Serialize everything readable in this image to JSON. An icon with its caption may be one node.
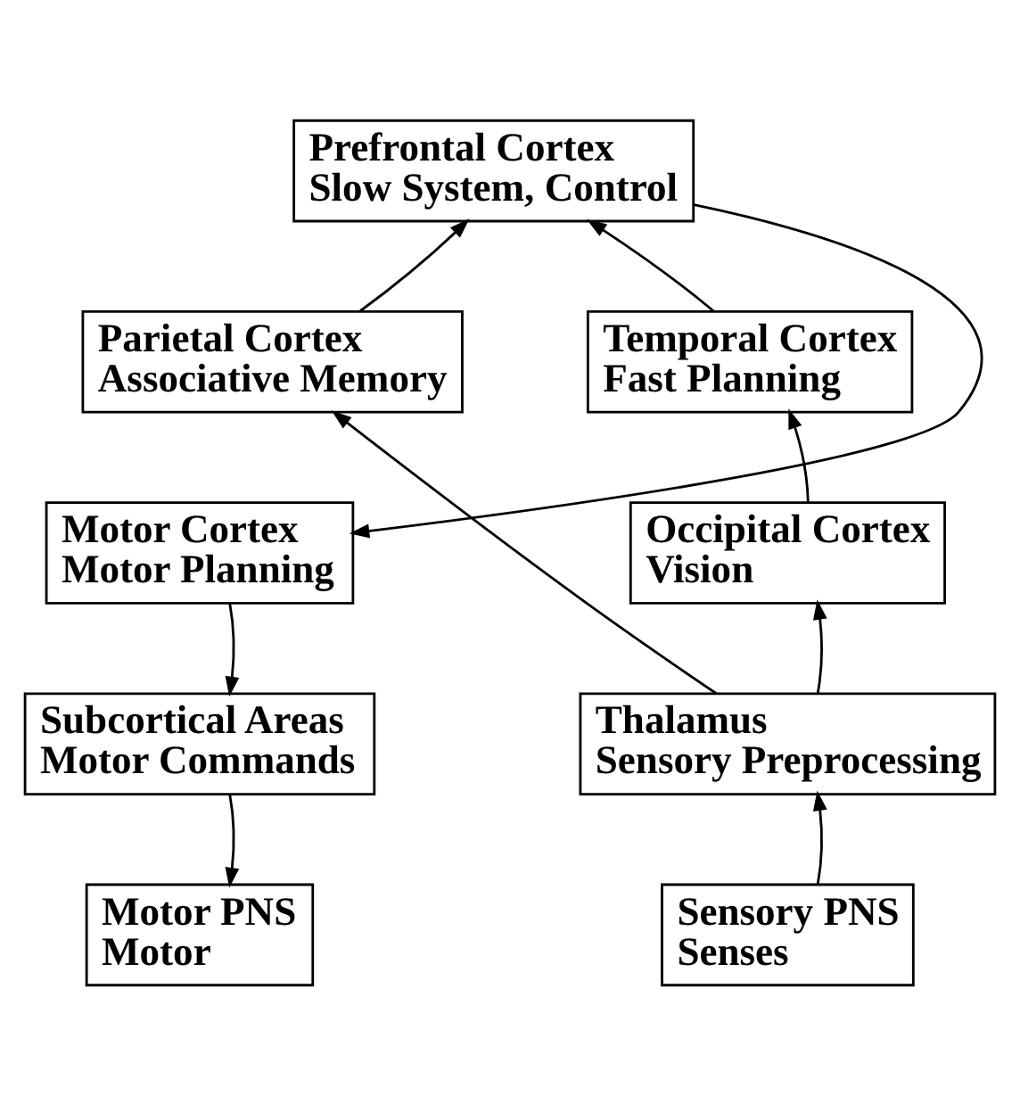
{
  "diagram": {
    "nodes": [
      {
        "text": [
          "Prefrontal Cortex",
          "Slow System, Control"
        ]
      },
      {
        "text": [
          "Parietal Cortex",
          "Associative Memory"
        ]
      },
      {
        "text": [
          "Temporal Cortex",
          "Fast Planning"
        ]
      },
      {
        "text": [
          "Motor Cortex",
          "Motor Planning"
        ]
      },
      {
        "text": [
          "Occipital Cortex",
          "Vision"
        ]
      },
      {
        "text": [
          "Subcortical Areas",
          "Motor Commands"
        ]
      },
      {
        "text": [
          "Thalamus",
          "Sensory Preprocessing"
        ]
      },
      {
        "text": [
          "Motor PNS",
          "Motor"
        ]
      },
      {
        "text": [
          "Sensory PNS",
          "Senses"
        ]
      }
    ],
    "edges": [
      {
        "from": 0,
        "to": 3,
        "arrow": "to"
      },
      {
        "from": 1,
        "to": 0,
        "arrow": "to"
      },
      {
        "from": 2,
        "to": 0,
        "arrow": "to"
      },
      {
        "from": 3,
        "to": 5,
        "arrow": "to"
      },
      {
        "from": 6,
        "to": 1,
        "arrow": "to"
      },
      {
        "from": 4,
        "to": 2,
        "arrow": "to"
      },
      {
        "from": 6,
        "to": 4,
        "arrow": "to"
      },
      {
        "from": 5,
        "to": 7,
        "arrow": "to"
      },
      {
        "from": 8,
        "to": 6,
        "arrow": "to"
      }
    ]
  }
}
